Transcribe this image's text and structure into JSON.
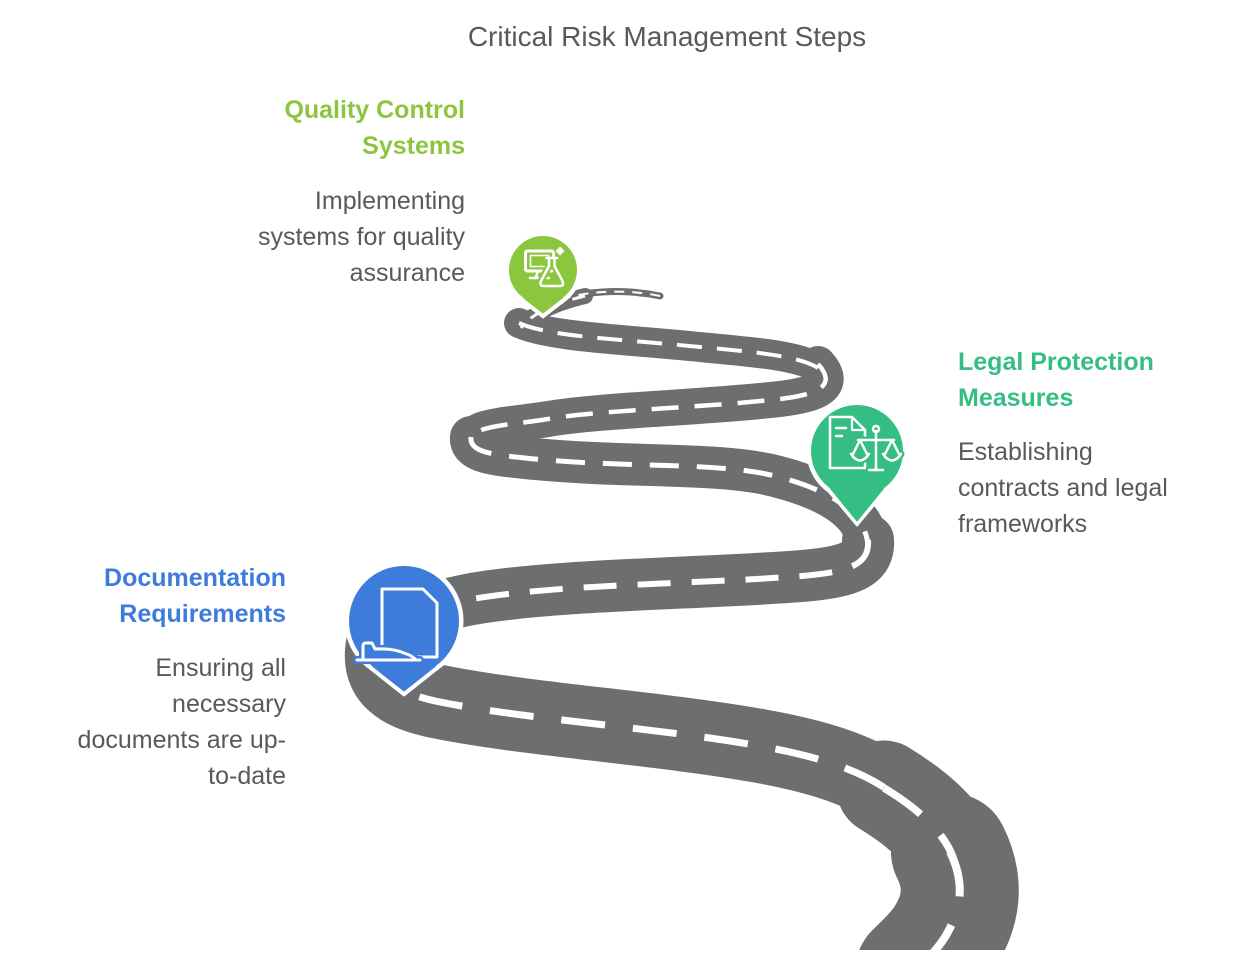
{
  "title": "Critical Risk Management Steps",
  "colors": {
    "title_text": "#58595B",
    "body_text": "#58595B",
    "road": "#6D6E70",
    "road_dash": "#FFFFFF",
    "background": "#FFFFFF"
  },
  "road": "winding-road-with-dashed-center-line",
  "steps": [
    {
      "name": "Quality Control Systems",
      "label_lines": [
        "Quality Control",
        "Systems"
      ],
      "description": "Implementing systems for quality assurance",
      "desc_lines": [
        "Implementing",
        "systems for quality",
        "assurance"
      ],
      "color": "#8CC63E",
      "icon": "computer-quality-test-icon"
    },
    {
      "name": "Legal Protection Measures",
      "label_lines": [
        "Legal Protection",
        "Measures"
      ],
      "description": "Establishing contracts and legal frameworks",
      "desc_lines": [
        "Establishing",
        "contracts and legal",
        "frameworks"
      ],
      "color": "#35BE84",
      "icon": "legal-scales-document-icon"
    },
    {
      "name": "Documentation Requirements",
      "label_lines": [
        "Documentation",
        "Requirements"
      ],
      "description": "Ensuring all necessary documents are up-to-date",
      "desc_lines": [
        "Ensuring all",
        "necessary",
        "documents are up-",
        "to-date"
      ],
      "color": "#3E7CDB",
      "icon": "document-stamp-icon"
    }
  ]
}
